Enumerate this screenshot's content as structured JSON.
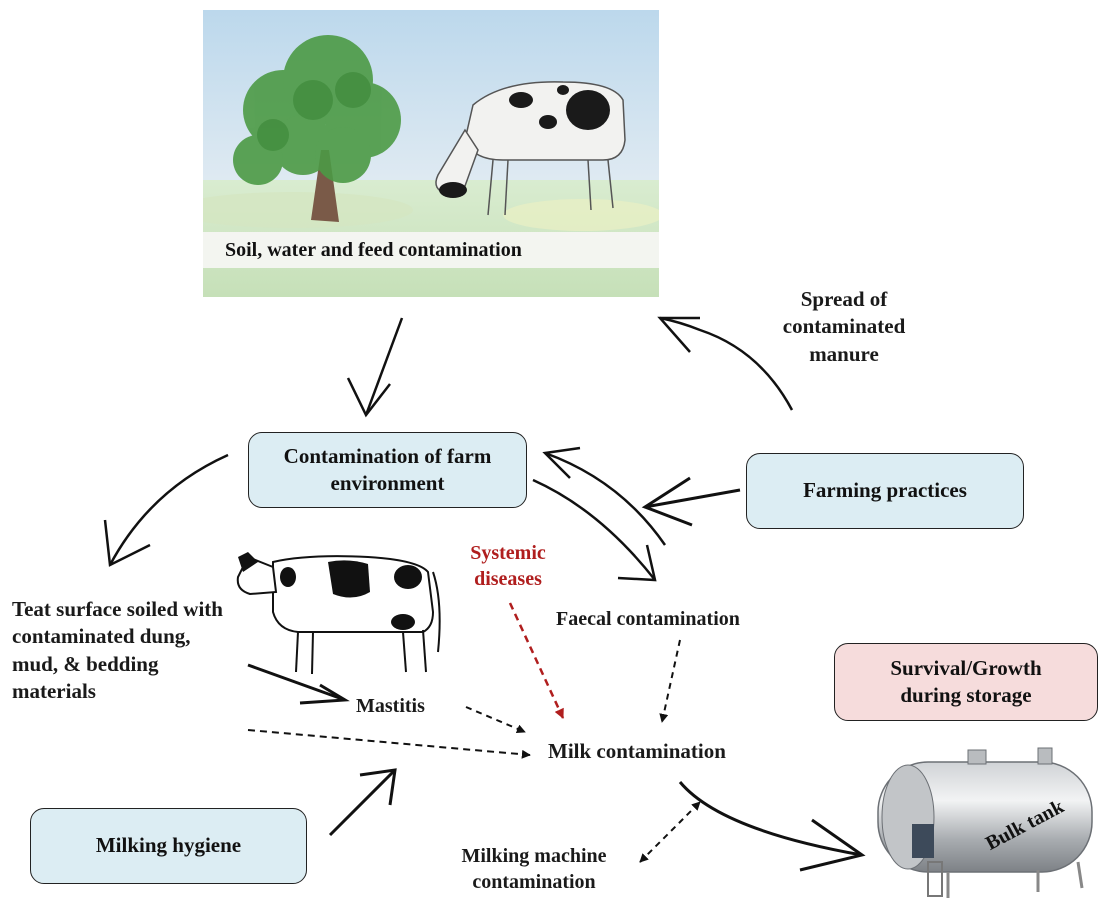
{
  "scene": {
    "caption": "Soil, water and feed contamination"
  },
  "nodes": {
    "farm_environment": "Contamination of farm environment",
    "farming_practices": "Farming practices",
    "milking_hygiene": "Milking hygiene",
    "survival_growth": "Survival/Growth during storage"
  },
  "labels": {
    "spread_manure": "Spread of contaminated manure",
    "systemic_diseases": "Systemic diseases",
    "faecal": "Faecal contamination",
    "teat_surface": "Teat surface soiled with contaminated dung, mud, & bedding materials",
    "mastitis": "Mastitis",
    "milk_contamination": "Milk contamination",
    "milking_machine": "Milking machine contamination",
    "bulk_tank": "Bulk tank"
  },
  "colors": {
    "node_blue": "#dcedf3",
    "node_pink": "#f6dcdc",
    "systemic_red": "#b01e1e"
  }
}
